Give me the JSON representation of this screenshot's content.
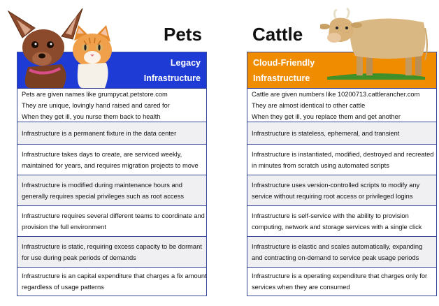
{
  "pets": {
    "title": "Pets",
    "header_line1": "Legacy",
    "header_line2": "Infrastructure",
    "header_color": "#1f3bd6",
    "rows": [
      [
        "Pets are given names like grumpycat.petstore.com",
        "They are unique, lovingly hand raised and cared for",
        "When they get ill, you nurse them back to health"
      ],
      [
        "Infrastructure is a permanent fixture in the data center"
      ],
      [
        "Infrastructure takes days to create, are serviced weekly,",
        "maintained for years, and requires migration projects to move"
      ],
      [
        "Infrastructure is modified during maintenance hours and",
        "generally requires special privileges such as root access"
      ],
      [
        "Infrastructure requires several different teams to coordinate and",
        "provision the full environment"
      ],
      [
        "Infrastructure is static, requiring excess capacity to be dormant",
        "for use during peak periods of demands"
      ],
      [
        "Infrastructure is an capital expenditure that charges a fix amount",
        "regardless of usage patterns"
      ]
    ]
  },
  "cattle": {
    "title": "Cattle",
    "header_line1": "Cloud-Friendly",
    "header_line2": "Infrastructure",
    "header_color": "#f08c00",
    "rows": [
      [
        "Cattle are given numbers like 10200713.cattlerancher.com",
        "They are almost identical to other cattle",
        "When they get ill, you replace them and get another"
      ],
      [
        "Infrastructure is stateless, ephemeral, and transient"
      ],
      [
        "Infrastructure is instantiated, modified, destroyed and recreated",
        "in minutes from scratch using automated scripts"
      ],
      [
        "Infrastructure uses version-controlled scripts to modify any",
        "service without requiring root access or privileged logins"
      ],
      [
        "Infrastructure is self-service with the ability to provision",
        "computing, network and storage services with a single click"
      ],
      [
        "Infrastructure is elastic and scales automatically, expanding",
        "and contracting on-demand to service peak usage periods"
      ],
      [
        "Infrastructure is a operating expenditure that charges only for",
        "services when they are consumed"
      ]
    ]
  }
}
